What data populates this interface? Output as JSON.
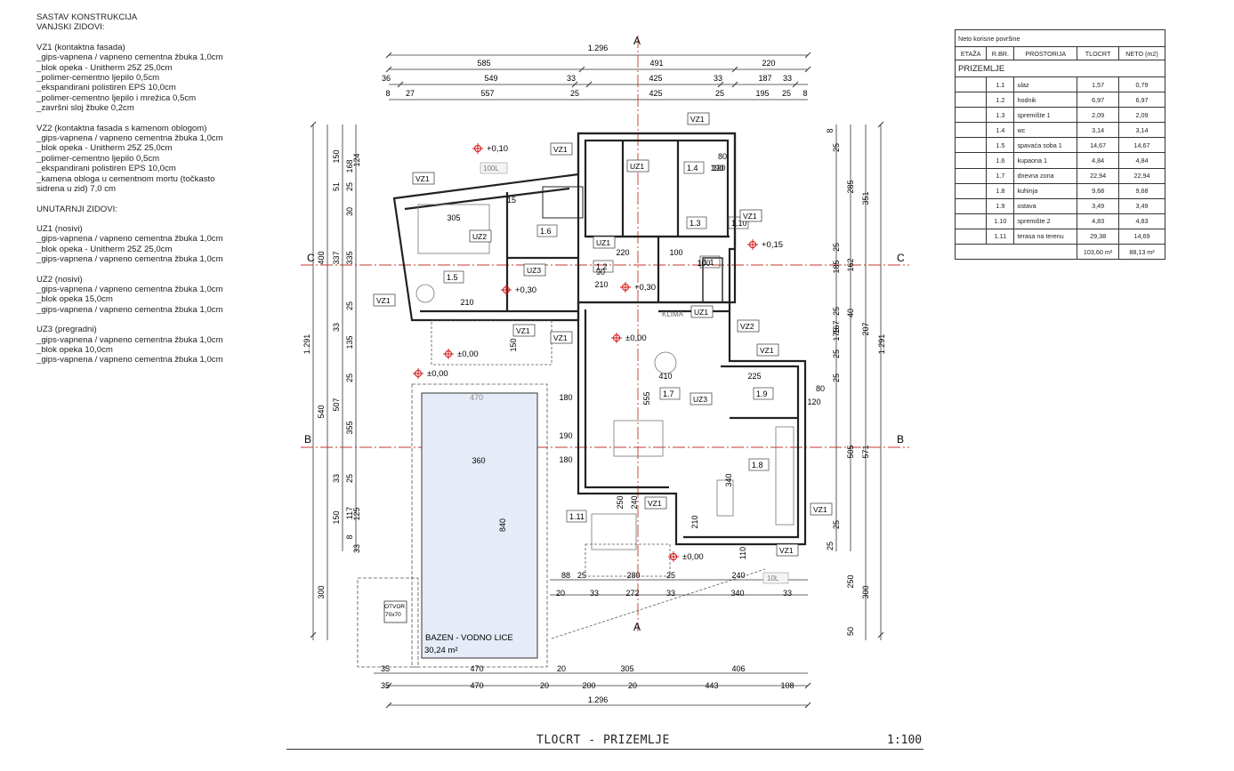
{
  "notes": {
    "heading": "SASTAV KONSTRUKCIJA\nVANJSKI ZIDOVI:",
    "sections": [
      {
        "title": "VZ1 (kontaktna fasada)",
        "lines": [
          "_gips-vapnena / vapneno cementna žbuka 1,0cm",
          "_blok opeka - Unitherm 25Z 25,0cm",
          "_polimer-cementno ljepilo 0,5cm",
          "_ekspandirani polistiren EPS 10,0cm",
          "_polimer-cementno ljepilo i mrežica 0,5cm",
          "_završni sloj žbuke 0,2cm"
        ]
      },
      {
        "title": "VZ2 (kontaktna fasada s kamenom oblogom)",
        "lines": [
          "_gips-vapnena / vapneno cementna žbuka 1,0cm",
          "_blok opeka - Unitherm 25Z 25,0cm",
          "_polimer-cementno ljepilo 0,5cm",
          "_ekspandirani polistiren EPS 10,0cm",
          "_kamena obloga u cementnom mortu (točkasto",
          "sidrena u zid) 7,0 cm"
        ]
      },
      {
        "title": "UNUTARNJI ZIDOVI:",
        "lines": []
      },
      {
        "title": "UZ1 (nosivi)",
        "lines": [
          "_gips-vapnena / vapneno cementna žbuka 1,0cm",
          "_blok opeka - Unitherm 25Z 25,0cm",
          "_gips-vapnena / vapneno cementna žbuka 1,0cm"
        ]
      },
      {
        "title": "UZ2 (nosivi)",
        "lines": [
          "_gips-vapnena / vapneno cementna žbuka 1,0cm",
          "_blok opeka 15,0cm",
          "_gips-vapnena / vapneno cementna žbuka 1,0cm"
        ]
      },
      {
        "title": "UZ3 (pregradni)",
        "lines": [
          "_gips-vapnena / vapneno cementna žbuka 1,0cm",
          "_blok opeka 10,0cm",
          "_gips-vapnena / vapneno cementna žbuka 1,0cm"
        ]
      }
    ]
  },
  "table": {
    "caption": "Neto korisne površine",
    "headers": [
      "ETAŽA",
      "R.BR.",
      "PROSTORIJA",
      "TLOCRT",
      "NETO (m2)"
    ],
    "section": "PRIZEMLJE",
    "rows": [
      {
        "no": "1.1",
        "room": "ulaz",
        "plan": "1,57",
        "net": "0,79"
      },
      {
        "no": "1.2",
        "room": "hodnik",
        "plan": "6,97",
        "net": "6,97"
      },
      {
        "no": "1.3",
        "room": "spremište 1",
        "plan": "2,09",
        "net": "2,09"
      },
      {
        "no": "1.4",
        "room": "wc",
        "plan": "3,14",
        "net": "3,14"
      },
      {
        "no": "1.5",
        "room": "spavaća soba 1",
        "plan": "14,67",
        "net": "14,67"
      },
      {
        "no": "1.6",
        "room": "kupaona 1",
        "plan": "4,84",
        "net": "4,84"
      },
      {
        "no": "1.7",
        "room": "dnevna zona",
        "plan": "22,94",
        "net": "22,94"
      },
      {
        "no": "1.8",
        "room": "kuhinja",
        "plan": "9,68",
        "net": "9,68"
      },
      {
        "no": "1.9",
        "room": "ostava",
        "plan": "3,49",
        "net": "3,49"
      },
      {
        "no": "1.10",
        "room": "spremište 2",
        "plan": "4,83",
        "net": "4,83"
      },
      {
        "no": "1.11",
        "room": "terasa na terenu",
        "plan": "29,38",
        "net": "14,69"
      }
    ],
    "total_plan": "103,60 m²",
    "total_net": "88,13 m²"
  },
  "plan": {
    "top_total": "1.296",
    "top_row1": [
      "585",
      "491",
      "220"
    ],
    "top_row2": [
      "36",
      "549",
      "33",
      "425",
      "33",
      "187",
      "33"
    ],
    "top_row3": [
      "8",
      "27",
      "557",
      "25",
      "425",
      "25",
      "195",
      "25",
      "8"
    ],
    "bottom_row1": [
      "35",
      "470",
      "20",
      "305",
      "406"
    ],
    "bottom_row2": [
      "35",
      "470",
      "20",
      "200",
      "20",
      "443",
      "108"
    ],
    "bottom_total": "1.296",
    "inner_bottom_row1": [
      "88",
      "25",
      "280",
      "25",
      "240"
    ],
    "inner_bottom_row2": [
      "20",
      "33",
      "272",
      "33",
      "340",
      "33"
    ],
    "left_total": "1.291",
    "left_outer": [
      "400",
      "540",
      "300"
    ],
    "left_mid": [
      "150",
      "51",
      "337",
      "33",
      "507",
      "33",
      "150"
    ],
    "left_inner": [
      "168",
      "25",
      "30",
      "335",
      "25",
      "135",
      "25",
      "355",
      "25",
      "117",
      "8"
    ],
    "left_inner2": [
      "124",
      "125",
      "33"
    ],
    "right_total": "1.291",
    "right_outer": [
      "351",
      "207",
      "571",
      "300"
    ],
    "right_mid": [
      "285",
      "162",
      "40",
      "505",
      "250",
      "50"
    ],
    "right_inner": [
      "25",
      "25",
      "185",
      "25",
      "167",
      "25",
      "175",
      "25",
      "25"
    ],
    "right_inner2": [
      "8",
      "25"
    ],
    "section_a": "A",
    "section_b": "B",
    "section_c": "C",
    "rooms": [
      "1.1",
      "1.2",
      "1.3",
      "1.4",
      "1.5",
      "1.6",
      "1.7",
      "1.8",
      "1.9",
      "1.10",
      "1.11"
    ],
    "wall_tags": [
      "VZ1",
      "VZ2",
      "UZ1",
      "UZ2",
      "UZ3"
    ],
    "levels": [
      "+0,10",
      "+0,15",
      "+0,30",
      "+0,30",
      "±0,00",
      "±0,00",
      "±0,00",
      "±0,00"
    ],
    "pool_label": "BAZEN - VODNO LICE",
    "pool_area": "30,24 m²",
    "pool_width": "470",
    "pool_length": "840",
    "opening": "OTVOR",
    "opening_size": "70x70",
    "tank1": "100L",
    "tank2": "10L",
    "klima": "KLIMA",
    "room_dims": [
      "305",
      "210",
      "220",
      "100",
      "90",
      "210",
      "410",
      "555",
      "225",
      "120",
      "80",
      "360",
      "190",
      "180",
      "250",
      "240",
      "210",
      "340",
      "110",
      "180",
      "190",
      "150",
      "80",
      "100",
      "120",
      "15"
    ]
  },
  "footer": {
    "title": "TLOCRT - PRIZEMLJE",
    "scale": "1:100"
  },
  "colors": {
    "ink": "#222222",
    "pool_fill": "#e6ecf7",
    "section_line": "#c0392b",
    "level_marker": "#d01010"
  }
}
